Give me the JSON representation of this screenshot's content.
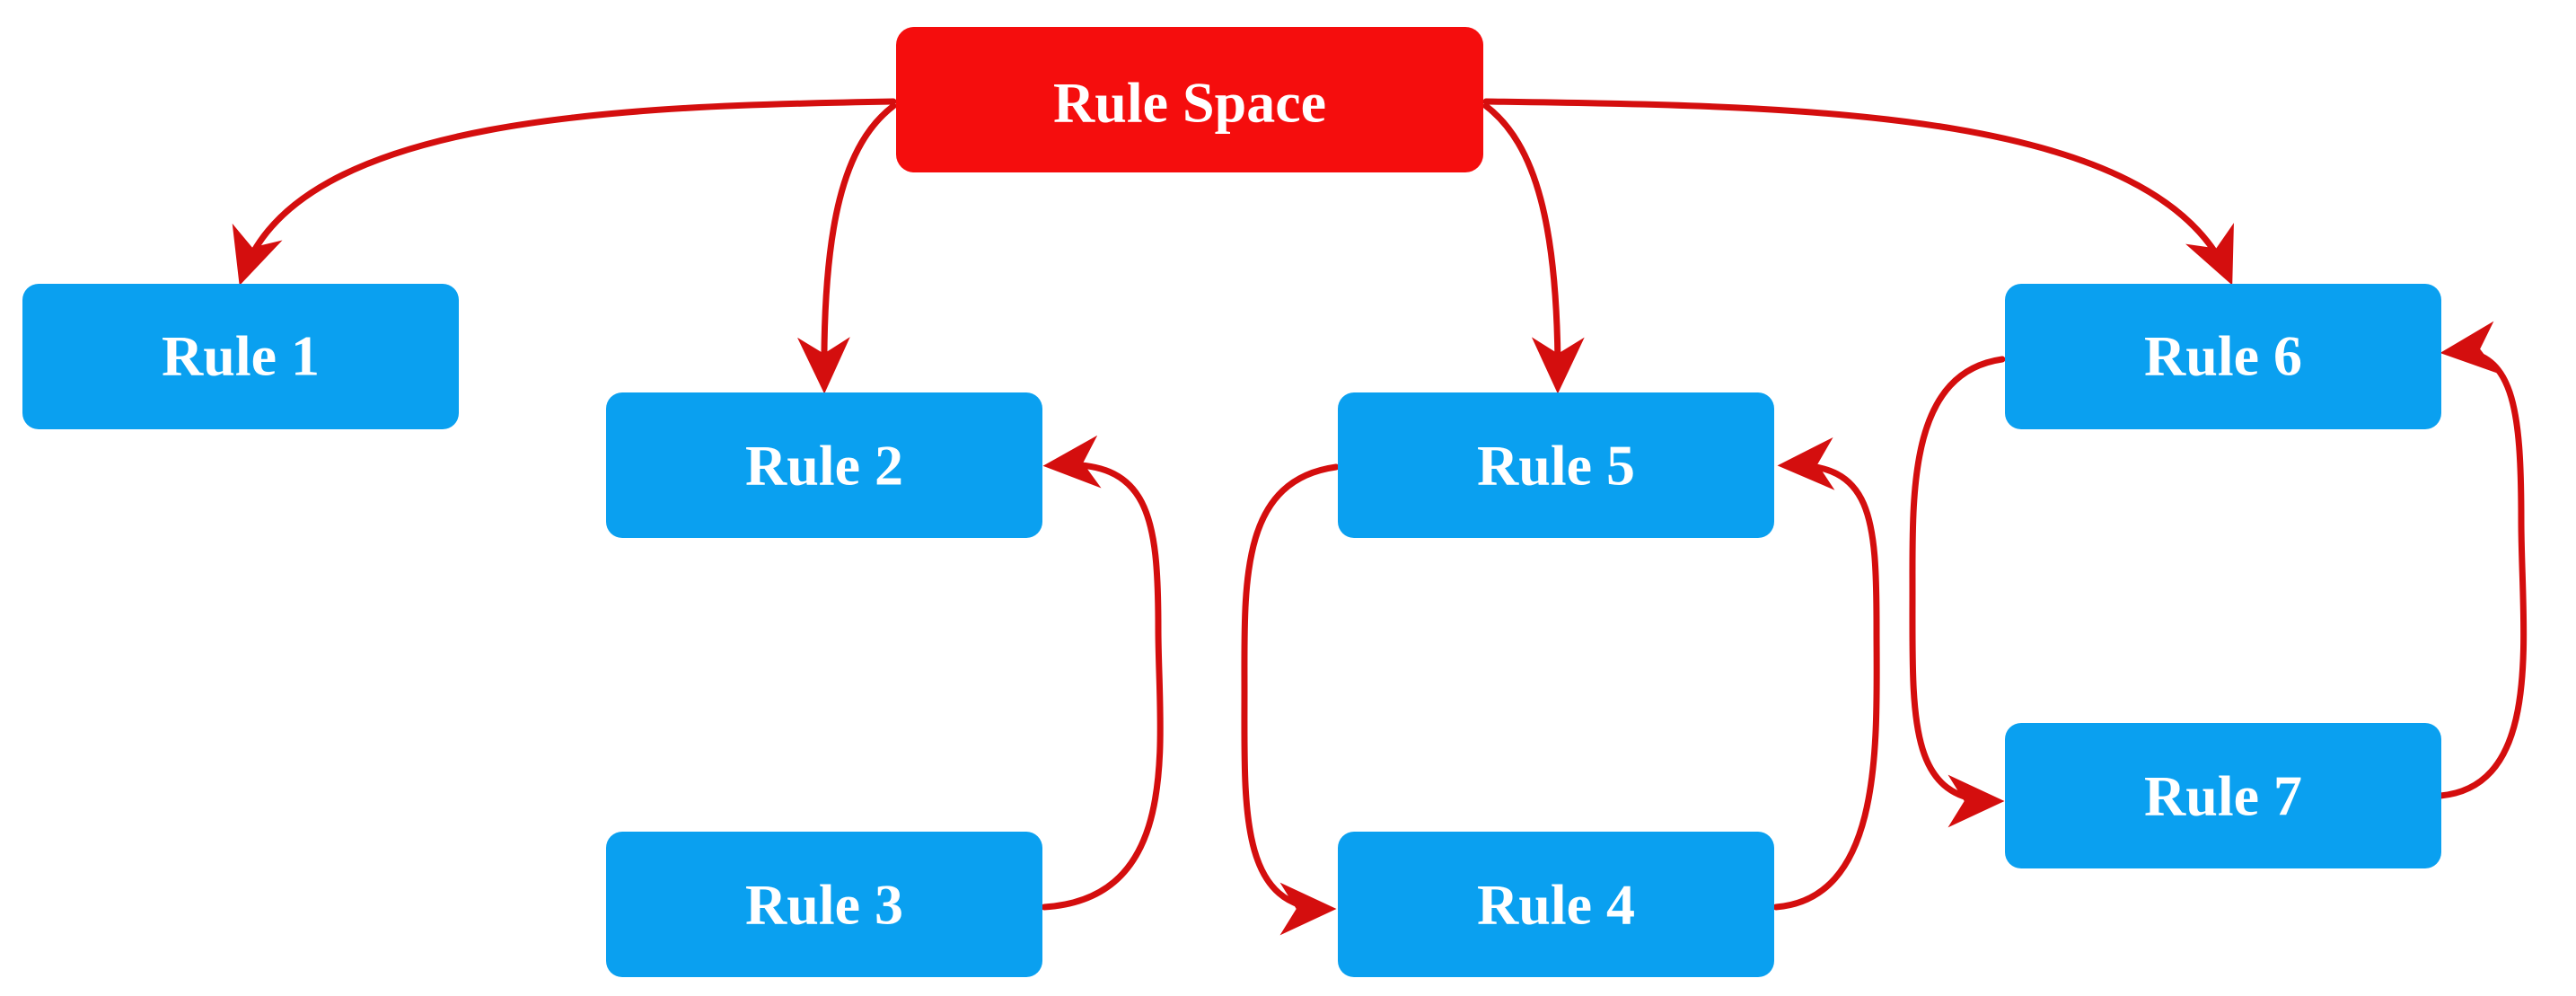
{
  "colors": {
    "root_fill": "#f50d0d",
    "rule_fill": "#0aa0f0",
    "text": "#ffffff",
    "edge": "#d40e0e"
  },
  "root": {
    "label": "Rule Space"
  },
  "rules": [
    {
      "id": "rule1",
      "label": "Rule 1"
    },
    {
      "id": "rule2",
      "label": "Rule 2"
    },
    {
      "id": "rule3",
      "label": "Rule 3"
    },
    {
      "id": "rule4",
      "label": "Rule 4"
    },
    {
      "id": "rule5",
      "label": "Rule 5"
    },
    {
      "id": "rule6",
      "label": "Rule 6"
    },
    {
      "id": "rule7",
      "label": "Rule 7"
    }
  ],
  "edges": [
    {
      "from": "root",
      "to": "rule1"
    },
    {
      "from": "root",
      "to": "rule2"
    },
    {
      "from": "root",
      "to": "rule5"
    },
    {
      "from": "root",
      "to": "rule6"
    },
    {
      "from": "rule3",
      "to": "rule2"
    },
    {
      "from": "rule5",
      "to": "rule4"
    },
    {
      "from": "rule4",
      "to": "rule5"
    },
    {
      "from": "rule6",
      "to": "rule7"
    },
    {
      "from": "rule7",
      "to": "rule6"
    }
  ]
}
